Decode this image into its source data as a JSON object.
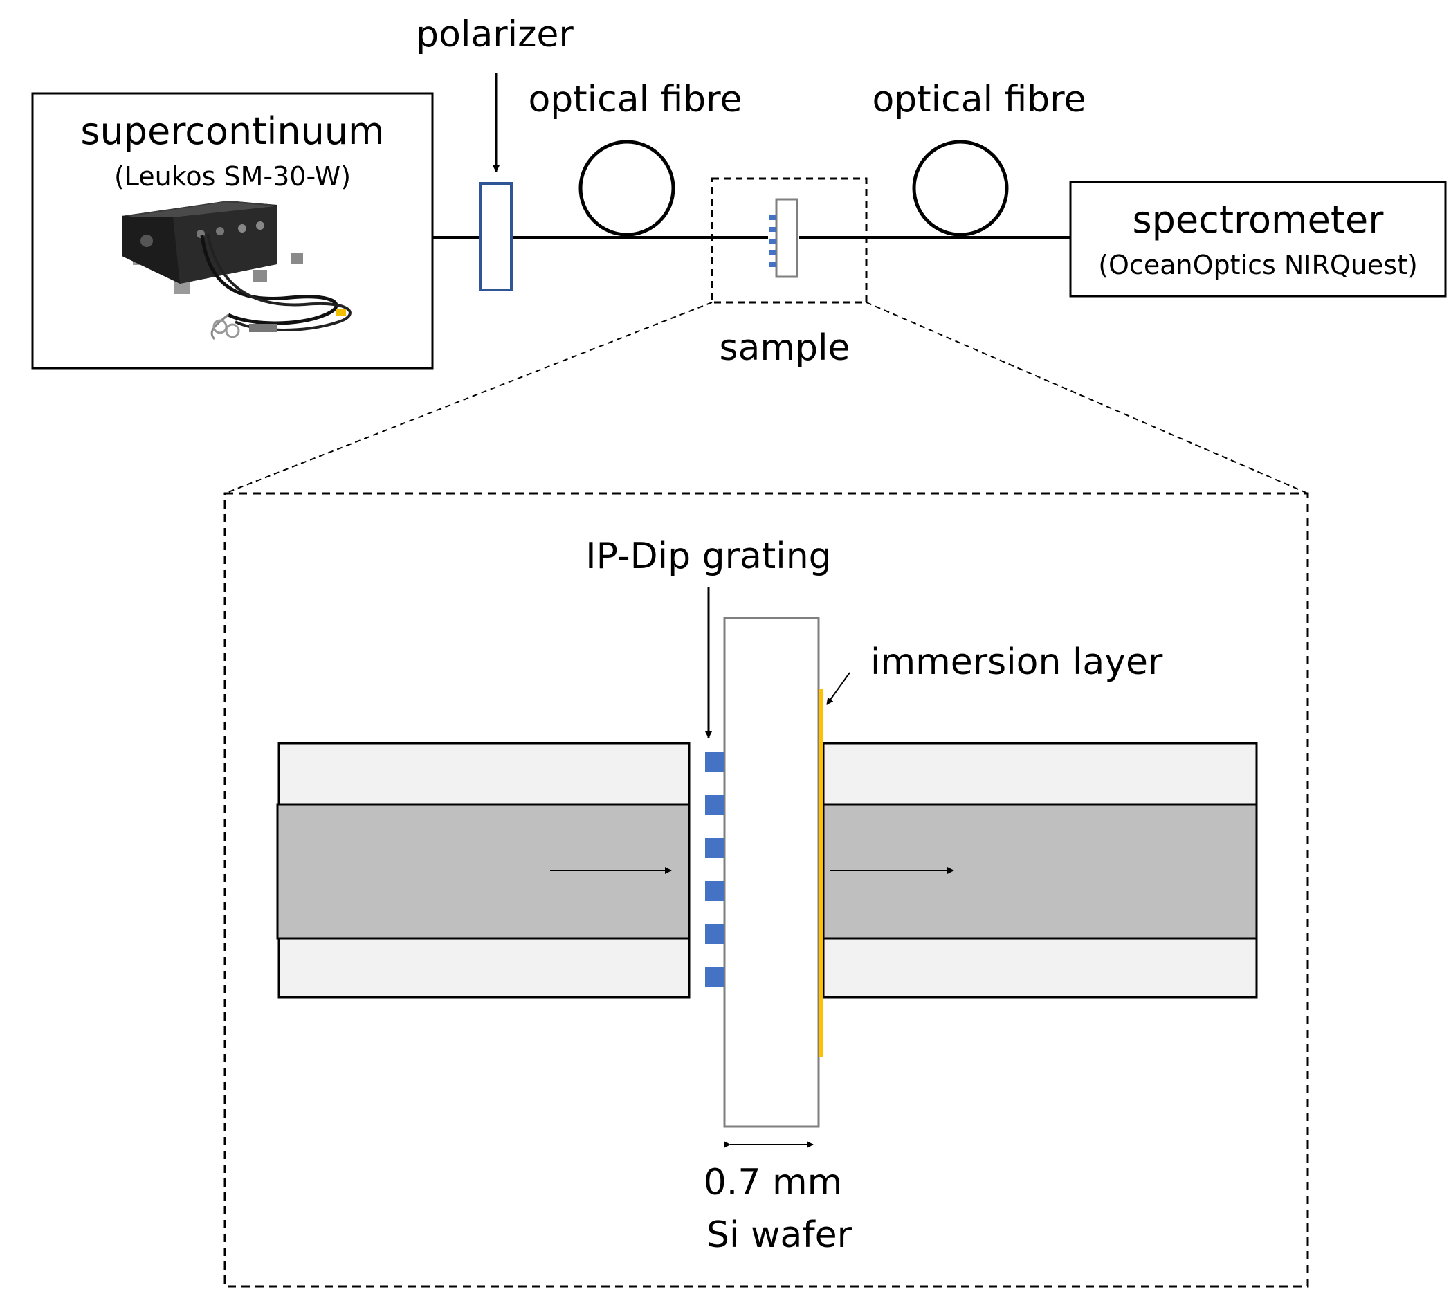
{
  "source": {
    "title": "supercontinuum",
    "model": "(Leukos SM-30-W)"
  },
  "polarizer": {
    "label": "polarizer"
  },
  "fibre_1": {
    "label": "optical fibre"
  },
  "fibre_2": {
    "label": "optical fibre"
  },
  "sample": {
    "label": "sample"
  },
  "spectrometer": {
    "title": "spectrometer",
    "model": "(OceanOptics NIRQuest)"
  },
  "inset": {
    "grating_label": "IP-Dip grating",
    "immersion_label": "immersion layer",
    "thickness_label": "0.7 mm",
    "wafer_label": "Si wafer"
  },
  "colors": {
    "grating": "#4472c4",
    "polarizer_outline": "#2f5597",
    "immersion_layer": "#ffc000",
    "fibre_cladding": "#f2f2f2",
    "fibre_core": "#bfbfbf",
    "wafer_outline": "#7f7f7f"
  }
}
